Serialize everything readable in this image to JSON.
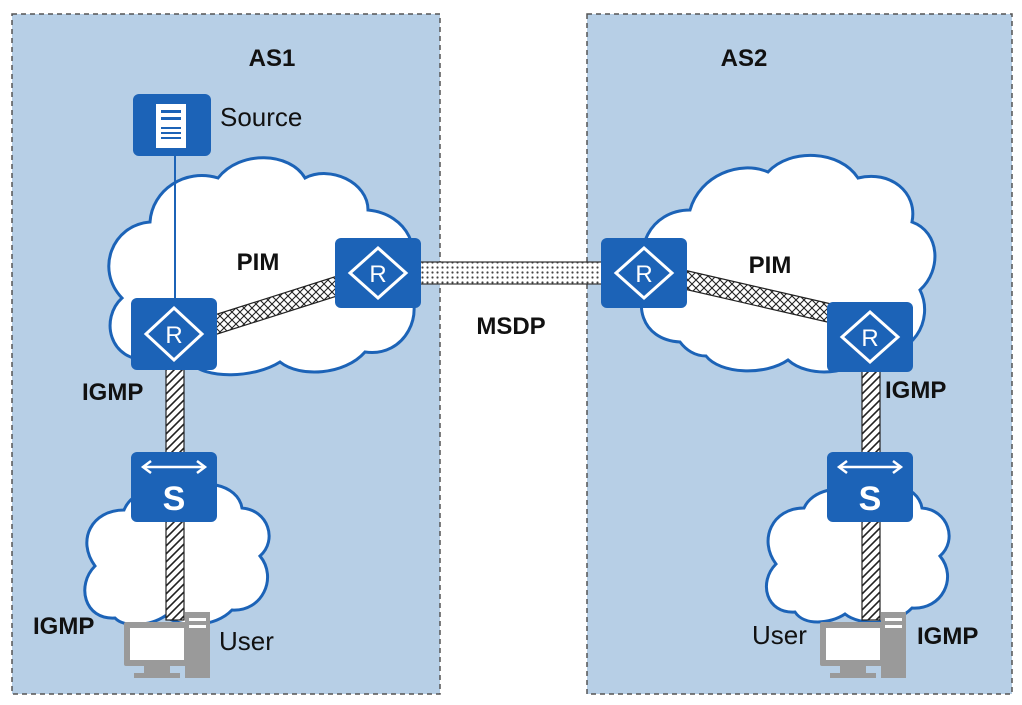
{
  "domains": [
    {
      "label": "AS1"
    },
    {
      "label": "AS2"
    }
  ],
  "labels": {
    "source": "Source",
    "pim_left": "PIM",
    "pim_right": "PIM",
    "msdp": "MSDP",
    "igmp_left_router": "IGMP",
    "igmp_left_user": "IGMP",
    "igmp_right_router": "IGMP",
    "igmp_right_user": "IGMP",
    "user_left": "User",
    "user_right": "User"
  },
  "icons": {
    "router_letter": "R",
    "switch_letter": "S"
  },
  "colors": {
    "as_background": "#b7cfe6",
    "device_blue": "#1c63b7",
    "cloud_fill": "#ffffff"
  }
}
